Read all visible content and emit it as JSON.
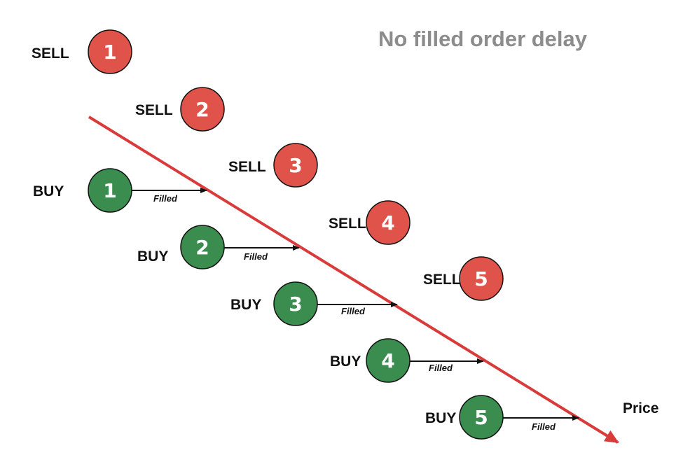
{
  "title": "No filled order delay",
  "price_label": "Price",
  "filled_label": "Filled",
  "colors": {
    "sell": "#e0534a",
    "buy": "#3a8c4f",
    "price_line": "#d93a3a",
    "title": "#8c8c8c"
  },
  "sell_orders": [
    {
      "label": "SELL",
      "number": "1"
    },
    {
      "label": "SELL",
      "number": "2"
    },
    {
      "label": "SELL",
      "number": "3"
    },
    {
      "label": "SELL",
      "number": "4"
    },
    {
      "label": "SELL",
      "number": "5"
    }
  ],
  "buy_orders": [
    {
      "label": "BUY",
      "number": "1",
      "status": "Filled"
    },
    {
      "label": "BUY",
      "number": "2",
      "status": "Filled"
    },
    {
      "label": "BUY",
      "number": "3",
      "status": "Filled"
    },
    {
      "label": "BUY",
      "number": "4",
      "status": "Filled"
    },
    {
      "label": "BUY",
      "number": "5",
      "status": "Filled"
    }
  ]
}
